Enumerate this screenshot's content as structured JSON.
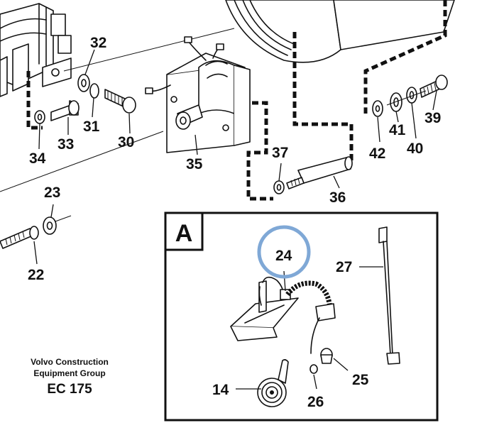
{
  "callouts": {
    "c14": "14",
    "c22": "22",
    "c23": "23",
    "c24": "24",
    "c25": "25",
    "c26": "26",
    "c27": "27",
    "c30": "30",
    "c31": "31",
    "c32": "32",
    "c33": "33",
    "c34": "34",
    "c35": "35",
    "c36": "36",
    "c37": "37",
    "c39": "39",
    "c40": "40",
    "c41": "41",
    "c42": "42"
  },
  "detail_view": {
    "label": "A"
  },
  "caption": {
    "line1": "Volvo Construction",
    "line2": "Equipment Group",
    "model": "EC 175"
  },
  "highlight": {
    "target": "24",
    "color": "#7fa8d6"
  }
}
